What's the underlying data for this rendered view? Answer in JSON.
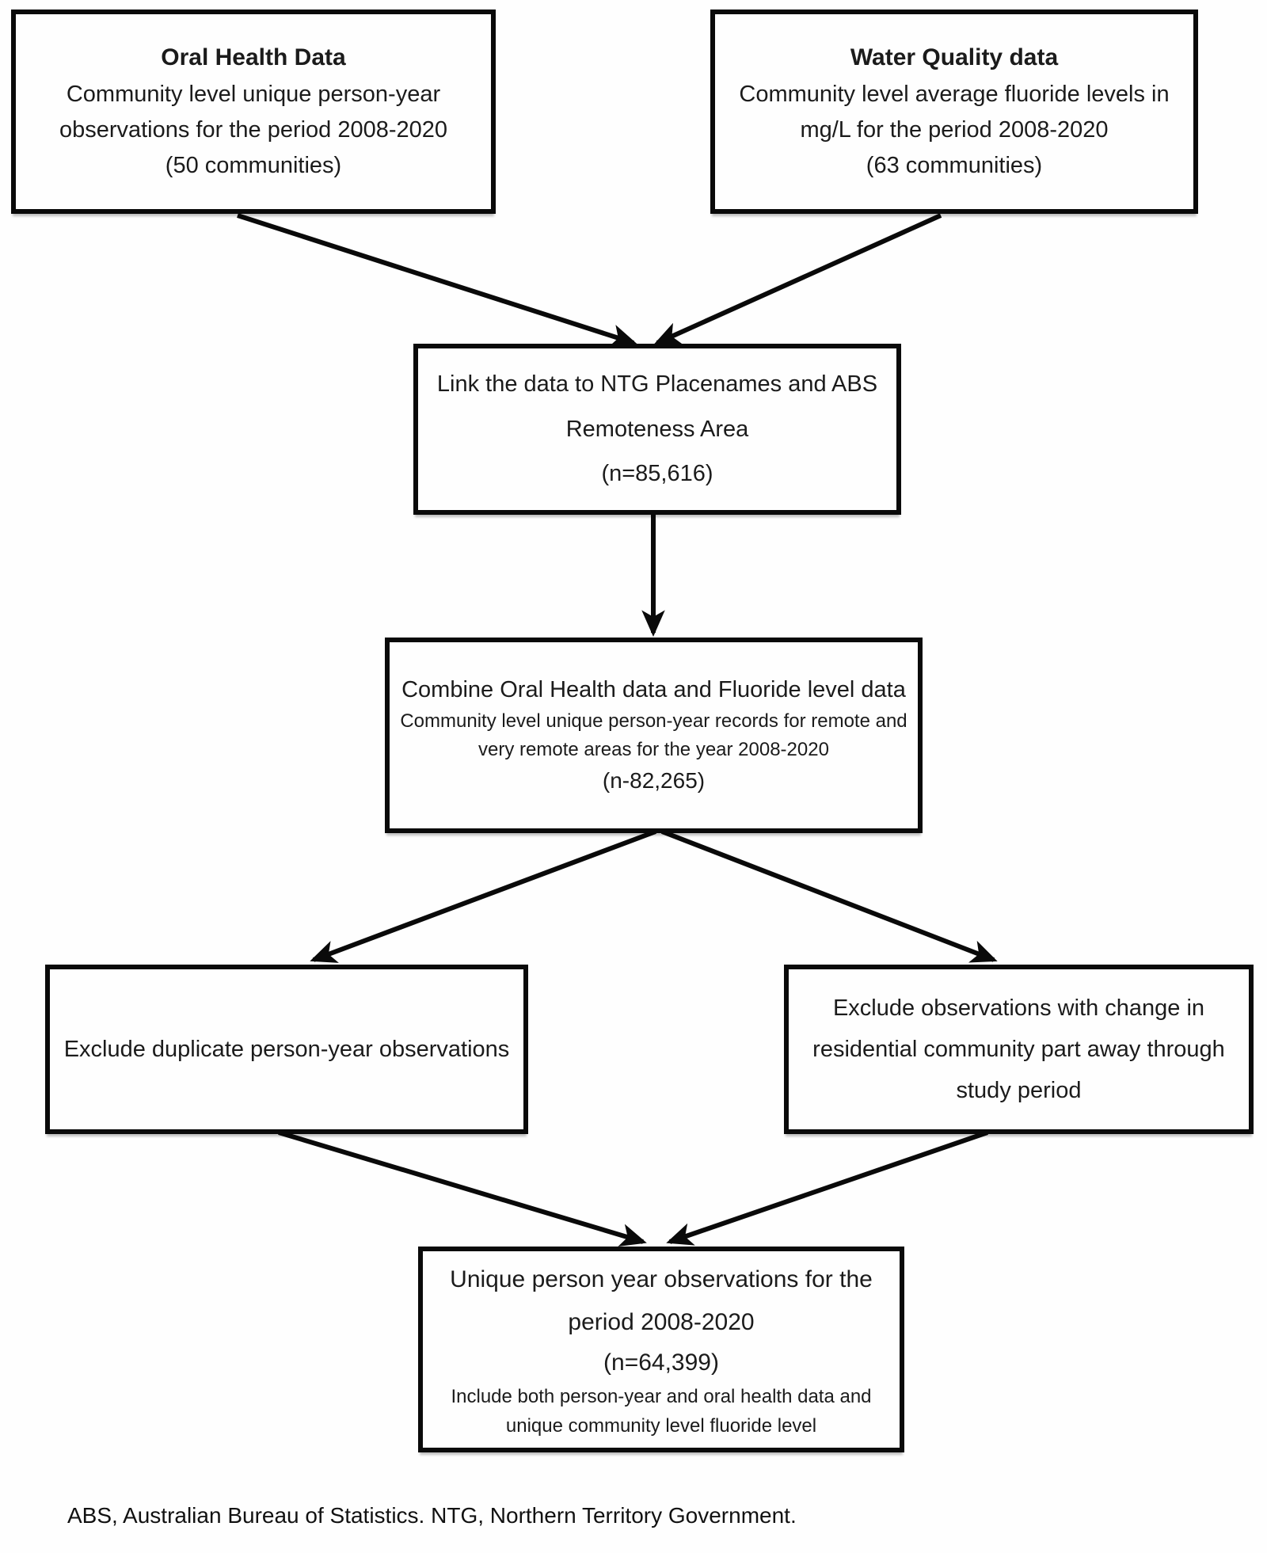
{
  "figure": {
    "type": "flowchart",
    "background_color": "#fefefe",
    "line_color": "#0a0a0a",
    "text_color": "#1b1b1b"
  },
  "boxes": {
    "oral_health": {
      "title": "Oral Health Data",
      "body": "Community level unique person-year observations for the period 2008-2020",
      "note": "(50 communities)"
    },
    "water_quality": {
      "title": "Water Quality data",
      "body": "Community level average fluoride levels in mg/L for the period 2008-2020",
      "note": "(63 communities)"
    },
    "link": {
      "body": "Link  the data to NTG Placenames and ABS Remoteness Area",
      "note": "(n=85,616)"
    },
    "combine": {
      "title": "Combine Oral Health data and Fluoride level data",
      "body": "Community level unique person-year records for remote and very remote areas for the year 2008-2020",
      "note": "(n-82,265)"
    },
    "exclude_duplicates": {
      "body": "Exclude duplicate person-year observations"
    },
    "exclude_change": {
      "body": "Exclude observations with change in residential community part away through study period"
    },
    "final": {
      "title": "Unique person year observations for the period 2008-2020",
      "note": "(n=64,399)",
      "body": "Include both person-year and oral health data and unique community level fluoride level"
    }
  },
  "edges": [
    {
      "from": "oral_health",
      "to": "link"
    },
    {
      "from": "water_quality",
      "to": "link"
    },
    {
      "from": "link",
      "to": "combine"
    },
    {
      "from": "combine",
      "to": "exclude_duplicates"
    },
    {
      "from": "combine",
      "to": "exclude_change"
    },
    {
      "from": "exclude_duplicates",
      "to": "final"
    },
    {
      "from": "exclude_change",
      "to": "final"
    }
  ],
  "footnote": "ABS, Australian Bureau of Statistics. NTG, Northern Territory Government."
}
